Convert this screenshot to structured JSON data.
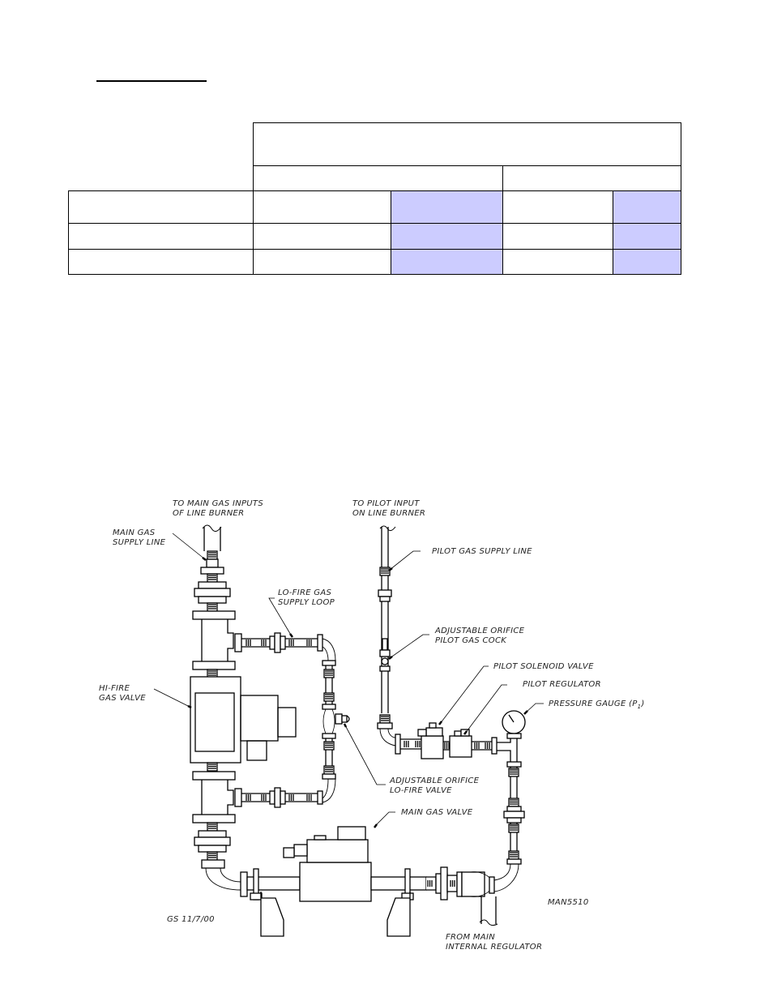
{
  "heading": {
    "text": ""
  },
  "table": {
    "header_group": "",
    "subheaders": [
      "",
      ""
    ],
    "rows": [
      {
        "label": "",
        "cells": [
          "",
          "",
          "",
          ""
        ]
      },
      {
        "label": "",
        "cells": [
          "",
          "",
          "",
          ""
        ]
      },
      {
        "label": "",
        "cells": [
          "",
          "",
          "",
          ""
        ]
      }
    ],
    "shade_color": "#ccccff"
  },
  "diagram": {
    "labels": {
      "to_main_gas_inputs_1": "TO MAIN GAS INPUTS",
      "to_main_gas_inputs_2": "OF LINE BURNER",
      "to_pilot_input_1": "TO PILOT INPUT",
      "to_pilot_input_2": "ON LINE BURNER",
      "main_gas_supply_1": "MAIN GAS",
      "main_gas_supply_2": "SUPPLY LINE",
      "pilot_gas_supply": "PILOT GAS SUPPLY LINE",
      "lo_fire_loop_1": "LO-FIRE GAS",
      "lo_fire_loop_2": "SUPPLY LOOP",
      "adj_orifice_pilot_1": "ADJUSTABLE ORIFICE",
      "adj_orifice_pilot_2": "PILOT GAS COCK",
      "hi_fire_1": "HI-FIRE",
      "hi_fire_2": "GAS VALVE",
      "pilot_solenoid": "PILOT SOLENOID VALVE",
      "pilot_regulator": "PILOT REGULATOR",
      "pressure_gauge": "PRESSURE GAUGE (P",
      "pressure_gauge_sub": "1",
      "pressure_gauge_close": ")",
      "adj_orifice_lofire_1": "ADJUSTABLE ORIFICE",
      "adj_orifice_lofire_2": "LO-FIRE VALVE",
      "main_gas_valve": "MAIN GAS VALVE",
      "drawing_id": "MAN5510",
      "author_date": "GS 11/7/00",
      "from_main_1": "FROM MAIN",
      "from_main_2": "INTERNAL REGULATOR"
    }
  }
}
